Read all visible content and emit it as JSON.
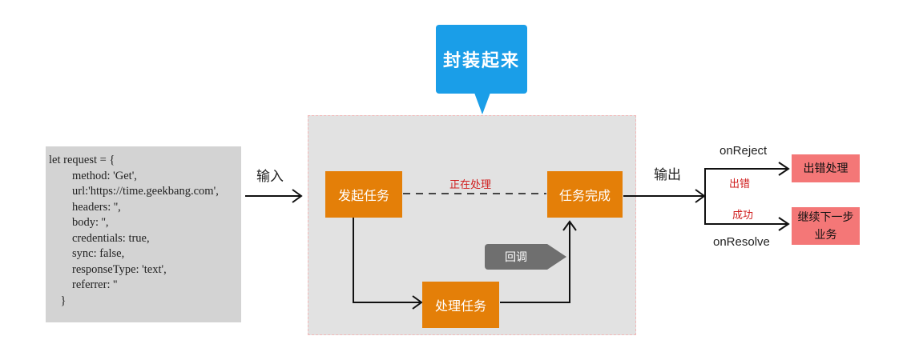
{
  "code_lines": [
    "let request = {",
    "        method: 'Get',",
    "        url:'https://time.geekbang.com',",
    "        headers: '',",
    "        body: '',",
    "        credentials: true,",
    "        sync: false,",
    "        responseType: 'text',",
    "        referrer: ''",
    "    }"
  ],
  "callout": "封装起来",
  "input_label": "输入",
  "output_label": "输出",
  "tasks": {
    "start": "发起任务",
    "complete": "任务完成",
    "process": "处理任务"
  },
  "processing_label": "正在处理",
  "callback_label": "回调",
  "reject": {
    "event": "onReject",
    "condition": "出错",
    "result": "出错处理"
  },
  "resolve": {
    "event": "onResolve",
    "condition": "成功",
    "result_line1": "继续下一步",
    "result_line2": "业务"
  },
  "colors": {
    "task": "#e47f08",
    "result": "#f47777",
    "callout": "#1a9ee8",
    "code_bg": "#d3d3d3",
    "stage_bg": "#e2e2e2"
  }
}
